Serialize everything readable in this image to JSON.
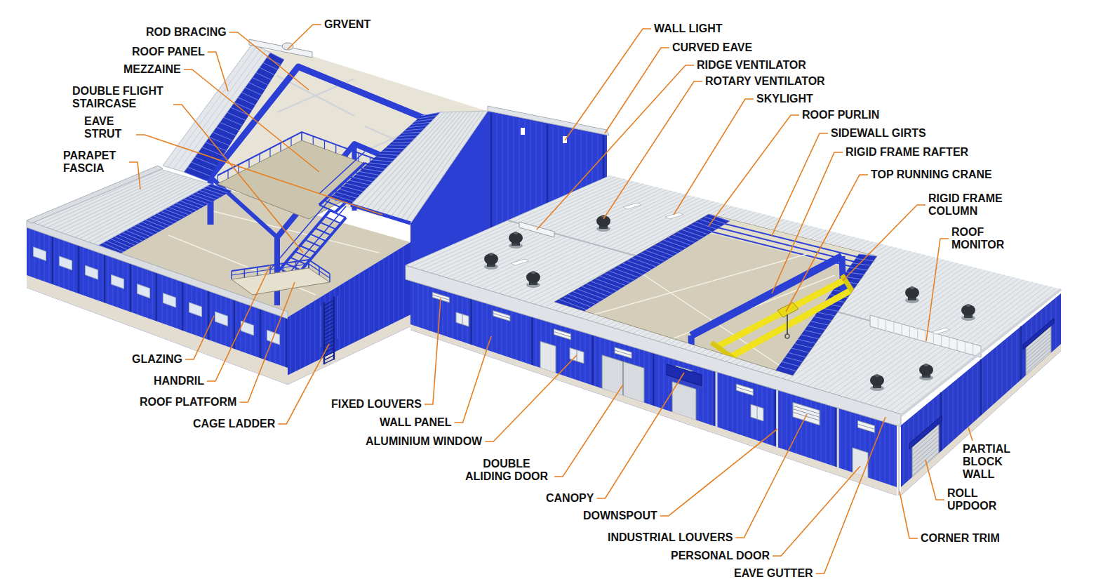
{
  "diagram": {
    "labels": [
      "ROD BRACING",
      "GRVENT",
      "ROOF PANEL",
      "MEZZAINE",
      "DOUBLE FLIGHT STAIRCASE",
      "EAVE STRUT",
      "PARAPET FASCIA",
      "GLAZING",
      "HANDRIL",
      "ROOF PLATFORM",
      "CAGE LADDER",
      "WALL LIGHT",
      "CURVED EAVE",
      "RIDGE VENTILATOR",
      "ROTARY VENTILATOR",
      "SKYLIGHT",
      "ROOF PURLIN",
      "SIDEWALL GIRTS",
      "RIGID FRAME RAFTER",
      "TOP RUNNING CRANE",
      "RIGID FRAME COLUMN",
      "ROOF MONITOR",
      "FIXED LOUVERS",
      "WALL PANEL",
      "ALUMINIUM WINDOW",
      "DOUBLE ALIDING DOOR",
      "CANOPY",
      "DOWNSPOUT",
      "INDUSTRIAL LOUVERS",
      "PERSONAL DOOR",
      "EAVE GUTTER",
      "PARTIAL BLOCK WALL",
      "ROLL UPDOOR",
      "CORNER TRIM"
    ]
  }
}
